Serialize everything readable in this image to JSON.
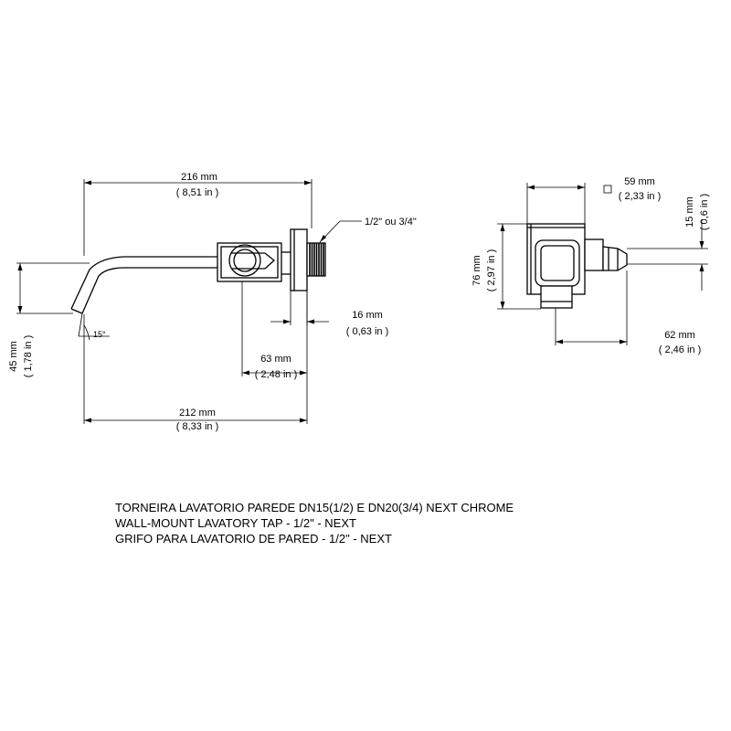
{
  "side_view": {
    "dim_216": {
      "mm": "216 mm",
      "inch": "( 8,51 in )"
    },
    "dim_thread": "1/2\" ou 3/4\"",
    "dim_16": {
      "mm": "16 mm",
      "inch": "( 0,63 in )"
    },
    "dim_63": {
      "mm": "63 mm",
      "inch": "( 2,48 in )"
    },
    "dim_212": {
      "mm": "212 mm",
      "inch": "( 8,33 in )"
    },
    "dim_45": {
      "mm": "45 mm",
      "inch": "( 1,78 in )"
    },
    "angle": "15°"
  },
  "front_view": {
    "dim_59": {
      "mm": "59 mm",
      "inch": "( 2,33 in )"
    },
    "dim_15": {
      "mm": "15 mm",
      "inch": "( 0,6 in )"
    },
    "dim_76": {
      "mm": "76 mm",
      "inch": "( 2,97 in )"
    },
    "dim_62": {
      "mm": "62 mm",
      "inch": "( 2,46 in )"
    }
  },
  "titles": {
    "line1": "TORNEIRA LAVATORIO PAREDE DN15(1/2) E DN20(3/4)  NEXT  CHROME",
    "line2": "WALL-MOUNT LAVATORY TAP - 1/2\" -  NEXT",
    "line3": "GRIFO PARA LAVATORIO DE PARED - 1/2\" - NEXT"
  }
}
